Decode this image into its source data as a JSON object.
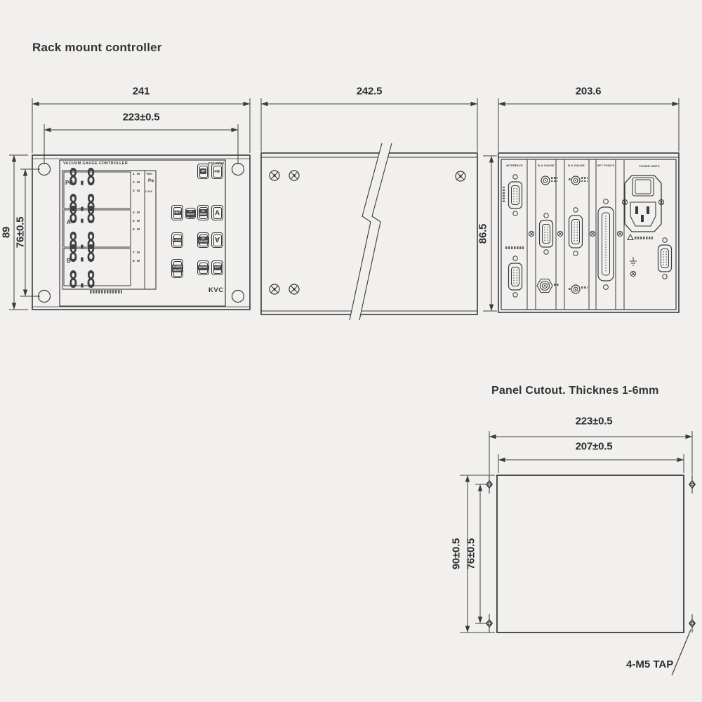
{
  "colors": {
    "line": "#3a3a3a",
    "background": "#f1f0ee",
    "chip": "#474747"
  },
  "page": {
    "title": "Rack mount controller",
    "cutout_title": "Panel Cutout. Thicknes 1-6mm"
  },
  "front": {
    "dims": {
      "outer_width": "241",
      "hole_width": "223±0.5",
      "outer_height": "89",
      "hole_height": "76±0.5"
    },
    "panel": {
      "header": "VACUUM GAUGE CONTROLLER",
      "model": "KVC 5000N",
      "brand": "KVC",
      "display": {
        "rows": [
          {
            "label": "PG",
            "digits": "8.8 8.8",
            "channels": [
              "1 M",
              "2 M",
              "3 M"
            ]
          },
          {
            "label": "A",
            "digits": "8.8 8.8",
            "channels": [
              "4 M",
              "5 M",
              "6 M"
            ]
          },
          {
            "label": "B",
            "digits": "8.8 8.8",
            "channels": [
              "7 M",
              "8 M"
            ]
          }
        ],
        "units": {
          "torr": "Torr",
          "pa": "Pa",
          "lock": "LOCK"
        }
      },
      "buttons": {
        "sp": "SP",
        "right": "⇨",
        "unit": "UNIT",
        "pg_onoff": [
          "PG",
          "ON/OFF"
        ],
        "sp_menu": [
          "SP",
          "MENU"
        ],
        "up": "A",
        "lock": "LOCK",
        "sp_onoff": [
          "SP",
          "ON/OFF"
        ],
        "down": "∀",
        "power": [
          "POWER",
          "ON/OFF"
        ],
        "mode": "MODE",
        "set": "SET"
      }
    }
  },
  "side": {
    "dims": {
      "outer_width": "242.5"
    }
  },
  "rear": {
    "dims": {
      "outer_width": "203.6",
      "outer_height": "86.5"
    },
    "sections": {
      "s1": "INTERFACE",
      "s2": "B-A GAUGE",
      "s3": "B-A GAUGE",
      "s4": "SET POINTS",
      "s5": "POWER UNITS"
    }
  },
  "cutout": {
    "dims": {
      "hole_width": "223±0.5",
      "cut_width": "207±0.5",
      "cut_height": "90±0.5",
      "hole_height": "76±0.5"
    },
    "tap_note": "4-M5 TAP"
  }
}
